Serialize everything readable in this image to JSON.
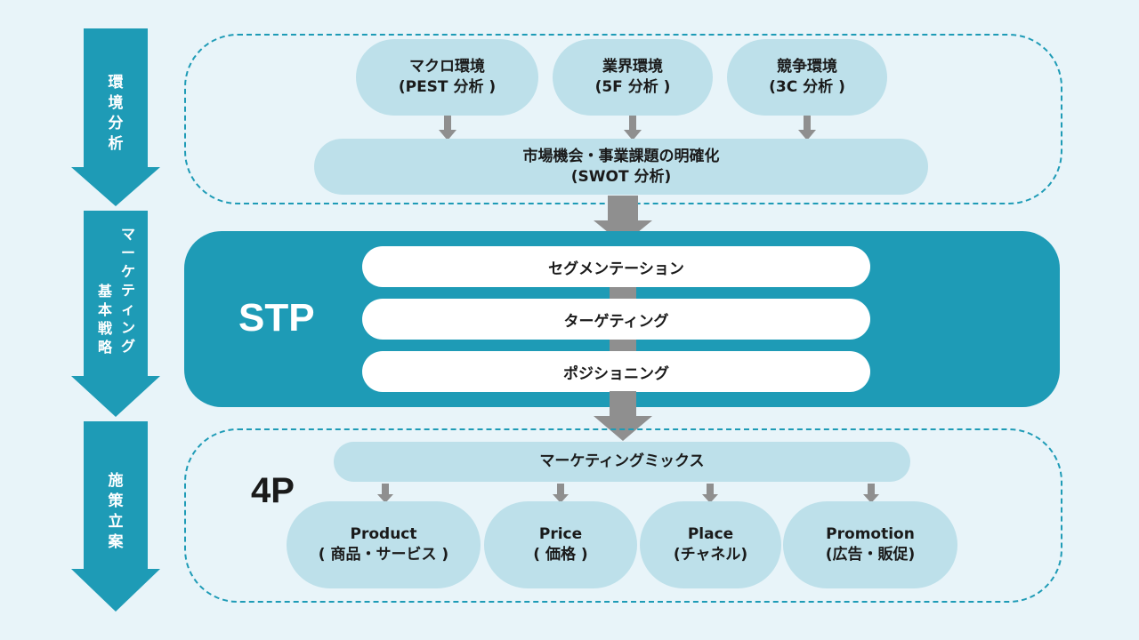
{
  "phases": {
    "env_analysis": {
      "chars": [
        "環",
        "境",
        "分",
        "析"
      ]
    },
    "strategy": {
      "col1": [
        "マ",
        "ー",
        "ケ",
        "テ",
        "ィ",
        "ン",
        "グ"
      ],
      "col2": [
        "基",
        "本",
        "戦",
        "略"
      ]
    },
    "implementation": {
      "chars": [
        "施",
        "策",
        "立",
        "案"
      ]
    }
  },
  "environment": {
    "boxes": [
      {
        "line1": "マクロ環境",
        "line2": "(PEST 分析 )"
      },
      {
        "line1": "業界環境",
        "line2": "(5F 分析 )"
      },
      {
        "line1": "競争環境",
        "line2": "(3C 分析 )"
      }
    ],
    "swot": {
      "line1": "市場機会・事業課題の明確化",
      "line2": "(SWOT 分析)"
    }
  },
  "stp": {
    "label": "STP",
    "steps": [
      "セグメンテーション",
      "ターゲティング",
      "ポジショニング"
    ]
  },
  "four_p": {
    "label": "4P",
    "mix": "マーケティングミックス",
    "items": [
      {
        "line1": "Product",
        "line2": "( 商品・サービス )"
      },
      {
        "line1": "Price",
        "line2": "( 価格 )"
      },
      {
        "line1": "Place",
        "line2": "(チャネル)"
      },
      {
        "line1": "Promotion",
        "line2": "(広告・販促)"
      }
    ]
  },
  "colors": {
    "teal": "#1e9bb6",
    "light_blue": "#bde0ea",
    "gray_arrow": "#8f8f8f",
    "background": "#e8f4f9"
  }
}
